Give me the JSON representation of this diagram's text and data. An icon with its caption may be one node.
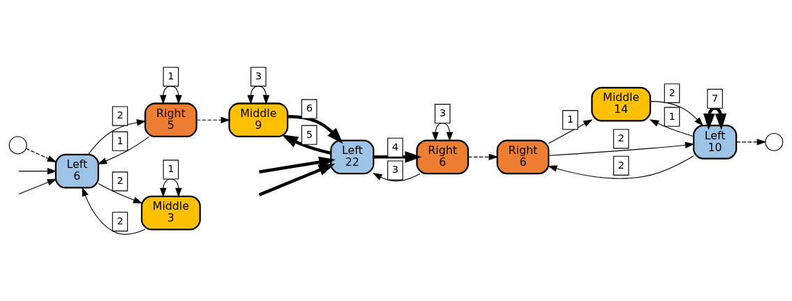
{
  "diagram": {
    "nodes": [
      {
        "text": [],
        "shape": "circle"
      },
      {
        "text": [
          "Left",
          "6"
        ]
      },
      {
        "text": [
          "Right",
          "5"
        ]
      },
      {
        "text": [
          "Middle",
          "3"
        ]
      },
      {
        "text": [
          "Left",
          "22"
        ]
      },
      {
        "text": [
          "Middle",
          "9"
        ]
      },
      {
        "text": [
          "Right",
          "6"
        ]
      },
      {
        "text": [
          "Right",
          "6"
        ]
      },
      {
        "text": [
          "Middle",
          "14"
        ]
      },
      {
        "text": [
          "Left",
          "10"
        ]
      },
      {
        "text": [],
        "shape": "circle"
      }
    ],
    "edges": [
      {
        "from": null,
        "to": 1,
        "arrow": "to"
      },
      {
        "from": null,
        "to": 1,
        "arrow": "to"
      },
      {
        "from": 0,
        "to": 1,
        "arrow": "to",
        "style": "dashed"
      },
      {
        "from": 2,
        "to": 1,
        "arrow": "to",
        "label": "1"
      },
      {
        "from": 2,
        "to": 2,
        "arrow": "both",
        "label": "1"
      },
      {
        "from": 1,
        "to": 2,
        "arrow": "to",
        "label": "2"
      },
      {
        "from": 3,
        "to": 1,
        "arrow": "to",
        "label": "2"
      },
      {
        "from": 1,
        "to": 3,
        "arrow": "to",
        "label": "2"
      },
      {
        "from": 3,
        "to": 3,
        "arrow": "both",
        "label": "1"
      },
      {
        "from": 2,
        "to": 5,
        "arrow": "to",
        "style": "dashed"
      },
      {
        "from": null,
        "to": 4,
        "arrow": "to",
        "style": "thick"
      },
      {
        "from": null,
        "to": 4,
        "arrow": "to",
        "style": "thick"
      },
      {
        "from": 4,
        "to": 6,
        "arrow": "to",
        "label": "4",
        "style": "thick"
      },
      {
        "from": 6,
        "to": 6,
        "arrow": "both",
        "label": "3"
      },
      {
        "from": 6,
        "to": 4,
        "arrow": "to",
        "label": "3"
      },
      {
        "from": 5,
        "to": 4,
        "arrow": "to",
        "label": "6",
        "style": "thick"
      },
      {
        "from": 4,
        "to": 5,
        "arrow": "to",
        "label": "5",
        "style": "thick"
      },
      {
        "from": 5,
        "to": 5,
        "arrow": "both",
        "label": "3"
      },
      {
        "from": 6,
        "to": 7,
        "arrow": "to",
        "style": "dashed"
      },
      {
        "from": 7,
        "to": 8,
        "arrow": "to",
        "label": "1"
      },
      {
        "from": 7,
        "to": 9,
        "arrow": "to",
        "label": "2"
      },
      {
        "from": 9,
        "to": 7,
        "arrow": "to",
        "label": "2"
      },
      {
        "from": 9,
        "to": 9,
        "arrow": "both",
        "label": "7",
        "style": "thick"
      },
      {
        "from": 9,
        "to": 8,
        "arrow": "to",
        "label": "1"
      },
      {
        "from": 8,
        "to": 9,
        "arrow": "to",
        "label": "2"
      },
      {
        "from": 9,
        "to": 10,
        "arrow": "to",
        "style": "dashed"
      }
    ]
  }
}
